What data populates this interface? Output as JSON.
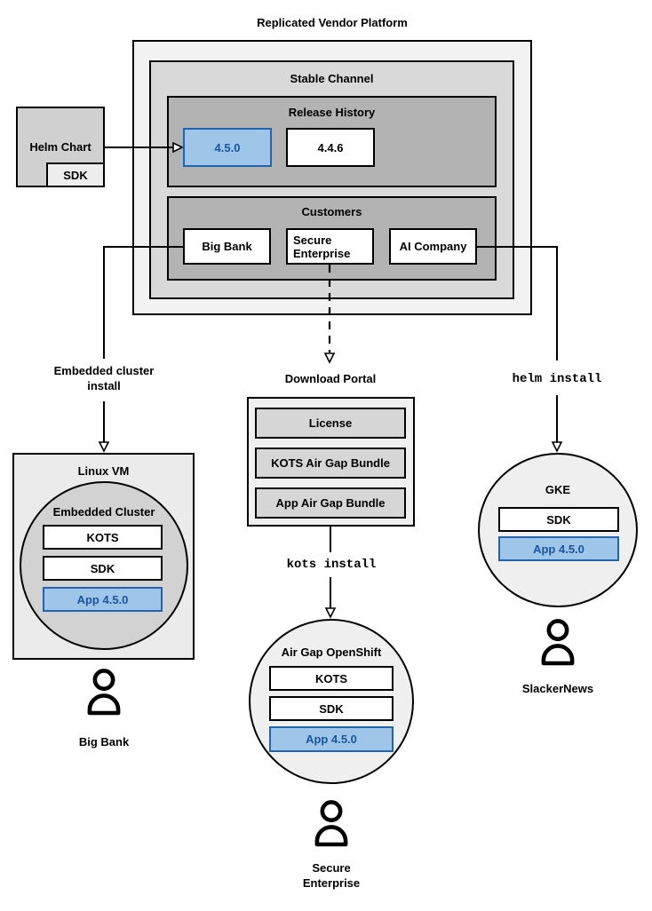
{
  "title": "Replicated Vendor Platform",
  "stable_channel": {
    "title": "Stable Channel"
  },
  "release_history": {
    "title": "Release History",
    "releases": [
      "4.5.0",
      "4.4.6"
    ]
  },
  "customers": {
    "title": "Customers",
    "items": [
      "Big Bank",
      "Secure Enterprise",
      "AI Company"
    ]
  },
  "helm_chart": {
    "title": "Helm Chart",
    "sdk": "SDK"
  },
  "left_flow": {
    "arrow_label": "Embedded cluster install",
    "vm_title": "Linux VM",
    "cluster_title": "Embedded Cluster",
    "kots": "KOTS",
    "sdk": "SDK",
    "app": "App 4.5.0",
    "user": "Big Bank"
  },
  "middle_flow": {
    "portal_title": "Download Portal",
    "portal_items": [
      "License",
      "KOTS Air Gap Bundle",
      "App Air Gap Bundle"
    ],
    "arrow_label": "kots install",
    "cluster_title": "Air Gap OpenShift",
    "kots": "KOTS",
    "sdk": "SDK",
    "app": "App 4.5.0",
    "user": "Secure Enterprise"
  },
  "right_flow": {
    "arrow_label": "helm install",
    "cluster_title": "GKE",
    "sdk": "SDK",
    "app": "App 4.5.0",
    "user": "SlackerNews"
  },
  "colors": {
    "platform_bg": "#f2f2f2",
    "channel_bg": "#d9d9d9",
    "section_bg": "#b3b3b3",
    "helm_bg": "#d0d0d0",
    "helm_sdk_bg": "#ededed",
    "portal_bg": "#f0f0f0",
    "portal_item_bg": "#d6d6d6",
    "vm_bg": "#ebebeb",
    "cluster_circle_bg": "#d2d2d2",
    "circle_bg": "#efefef",
    "app_fill": "#9fc5e8",
    "app_border": "#2265ae",
    "app_text": "#1a56a0",
    "line": "#000000"
  }
}
